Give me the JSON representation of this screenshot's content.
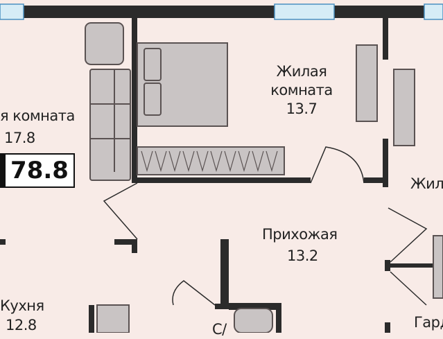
{
  "rooms": {
    "living_left": {
      "name": "я комната",
      "area": "17.8"
    },
    "living_center": {
      "name_line1": "Жилая",
      "name_line2": "комната",
      "area": "13.7"
    },
    "living_right": {
      "name": "Жил"
    },
    "hallway": {
      "name": "Прихожая",
      "area": "13.2"
    },
    "kitchen": {
      "name": "Кухня",
      "area": "12.8"
    },
    "bathroom": {
      "name": "С/"
    },
    "wardrobe": {
      "name": "Гард"
    }
  },
  "total_area": "78.8",
  "colors": {
    "background": "#f8ebe7",
    "wall": "#2b2b2b",
    "furniture": "#c9c4c4",
    "window": "#cfe6f2"
  }
}
